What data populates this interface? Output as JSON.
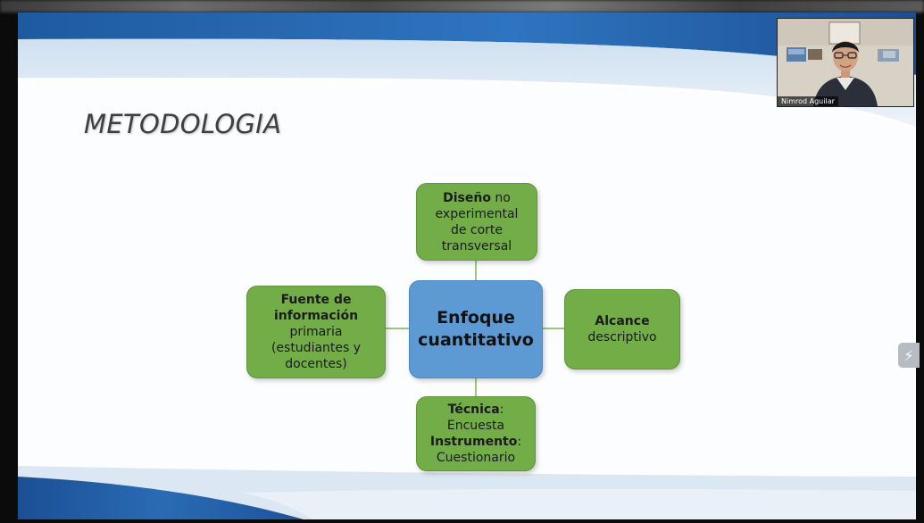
{
  "slide": {
    "title": "METODOLOGIA",
    "center": {
      "line1": "Enfoque",
      "line2": "cuantitativo"
    },
    "top": {
      "bold": "Diseño",
      "rest1": " no",
      "line2": "experimental",
      "line3": "de corte",
      "line4": "transversal"
    },
    "left": {
      "bold1": "Fuente de",
      "bold2": "información",
      "line3": "primaria",
      "line4": "(estudiantes y",
      "line5": "docentes)"
    },
    "right": {
      "bold": "Alcance",
      "line2": "descriptivo"
    },
    "bottom": {
      "bold1": "Técnica",
      "colon1": ":",
      "line2": "Encuesta",
      "bold2": "Instrumento",
      "colon2": ":",
      "line4": "Cuestionario"
    }
  },
  "video": {
    "participant_name": "Nimrod Aguilar"
  },
  "side_panel_icon": "collapse-arrow-icon",
  "colors": {
    "green": "#72ad47",
    "blue": "#5d9ad4",
    "wave_blue": "#1f5fa8"
  }
}
